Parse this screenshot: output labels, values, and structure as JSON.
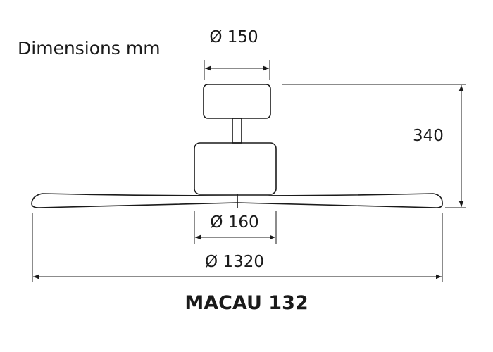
{
  "title": "Dimensions mm",
  "dimensions": {
    "canopy_diameter": "Ø 150",
    "height": "340",
    "motor_diameter": "Ø 160",
    "blade_span": "Ø 1320"
  },
  "model": "MACAU 132",
  "colors": {
    "line": "#1a1a1a",
    "background": "#ffffff"
  }
}
